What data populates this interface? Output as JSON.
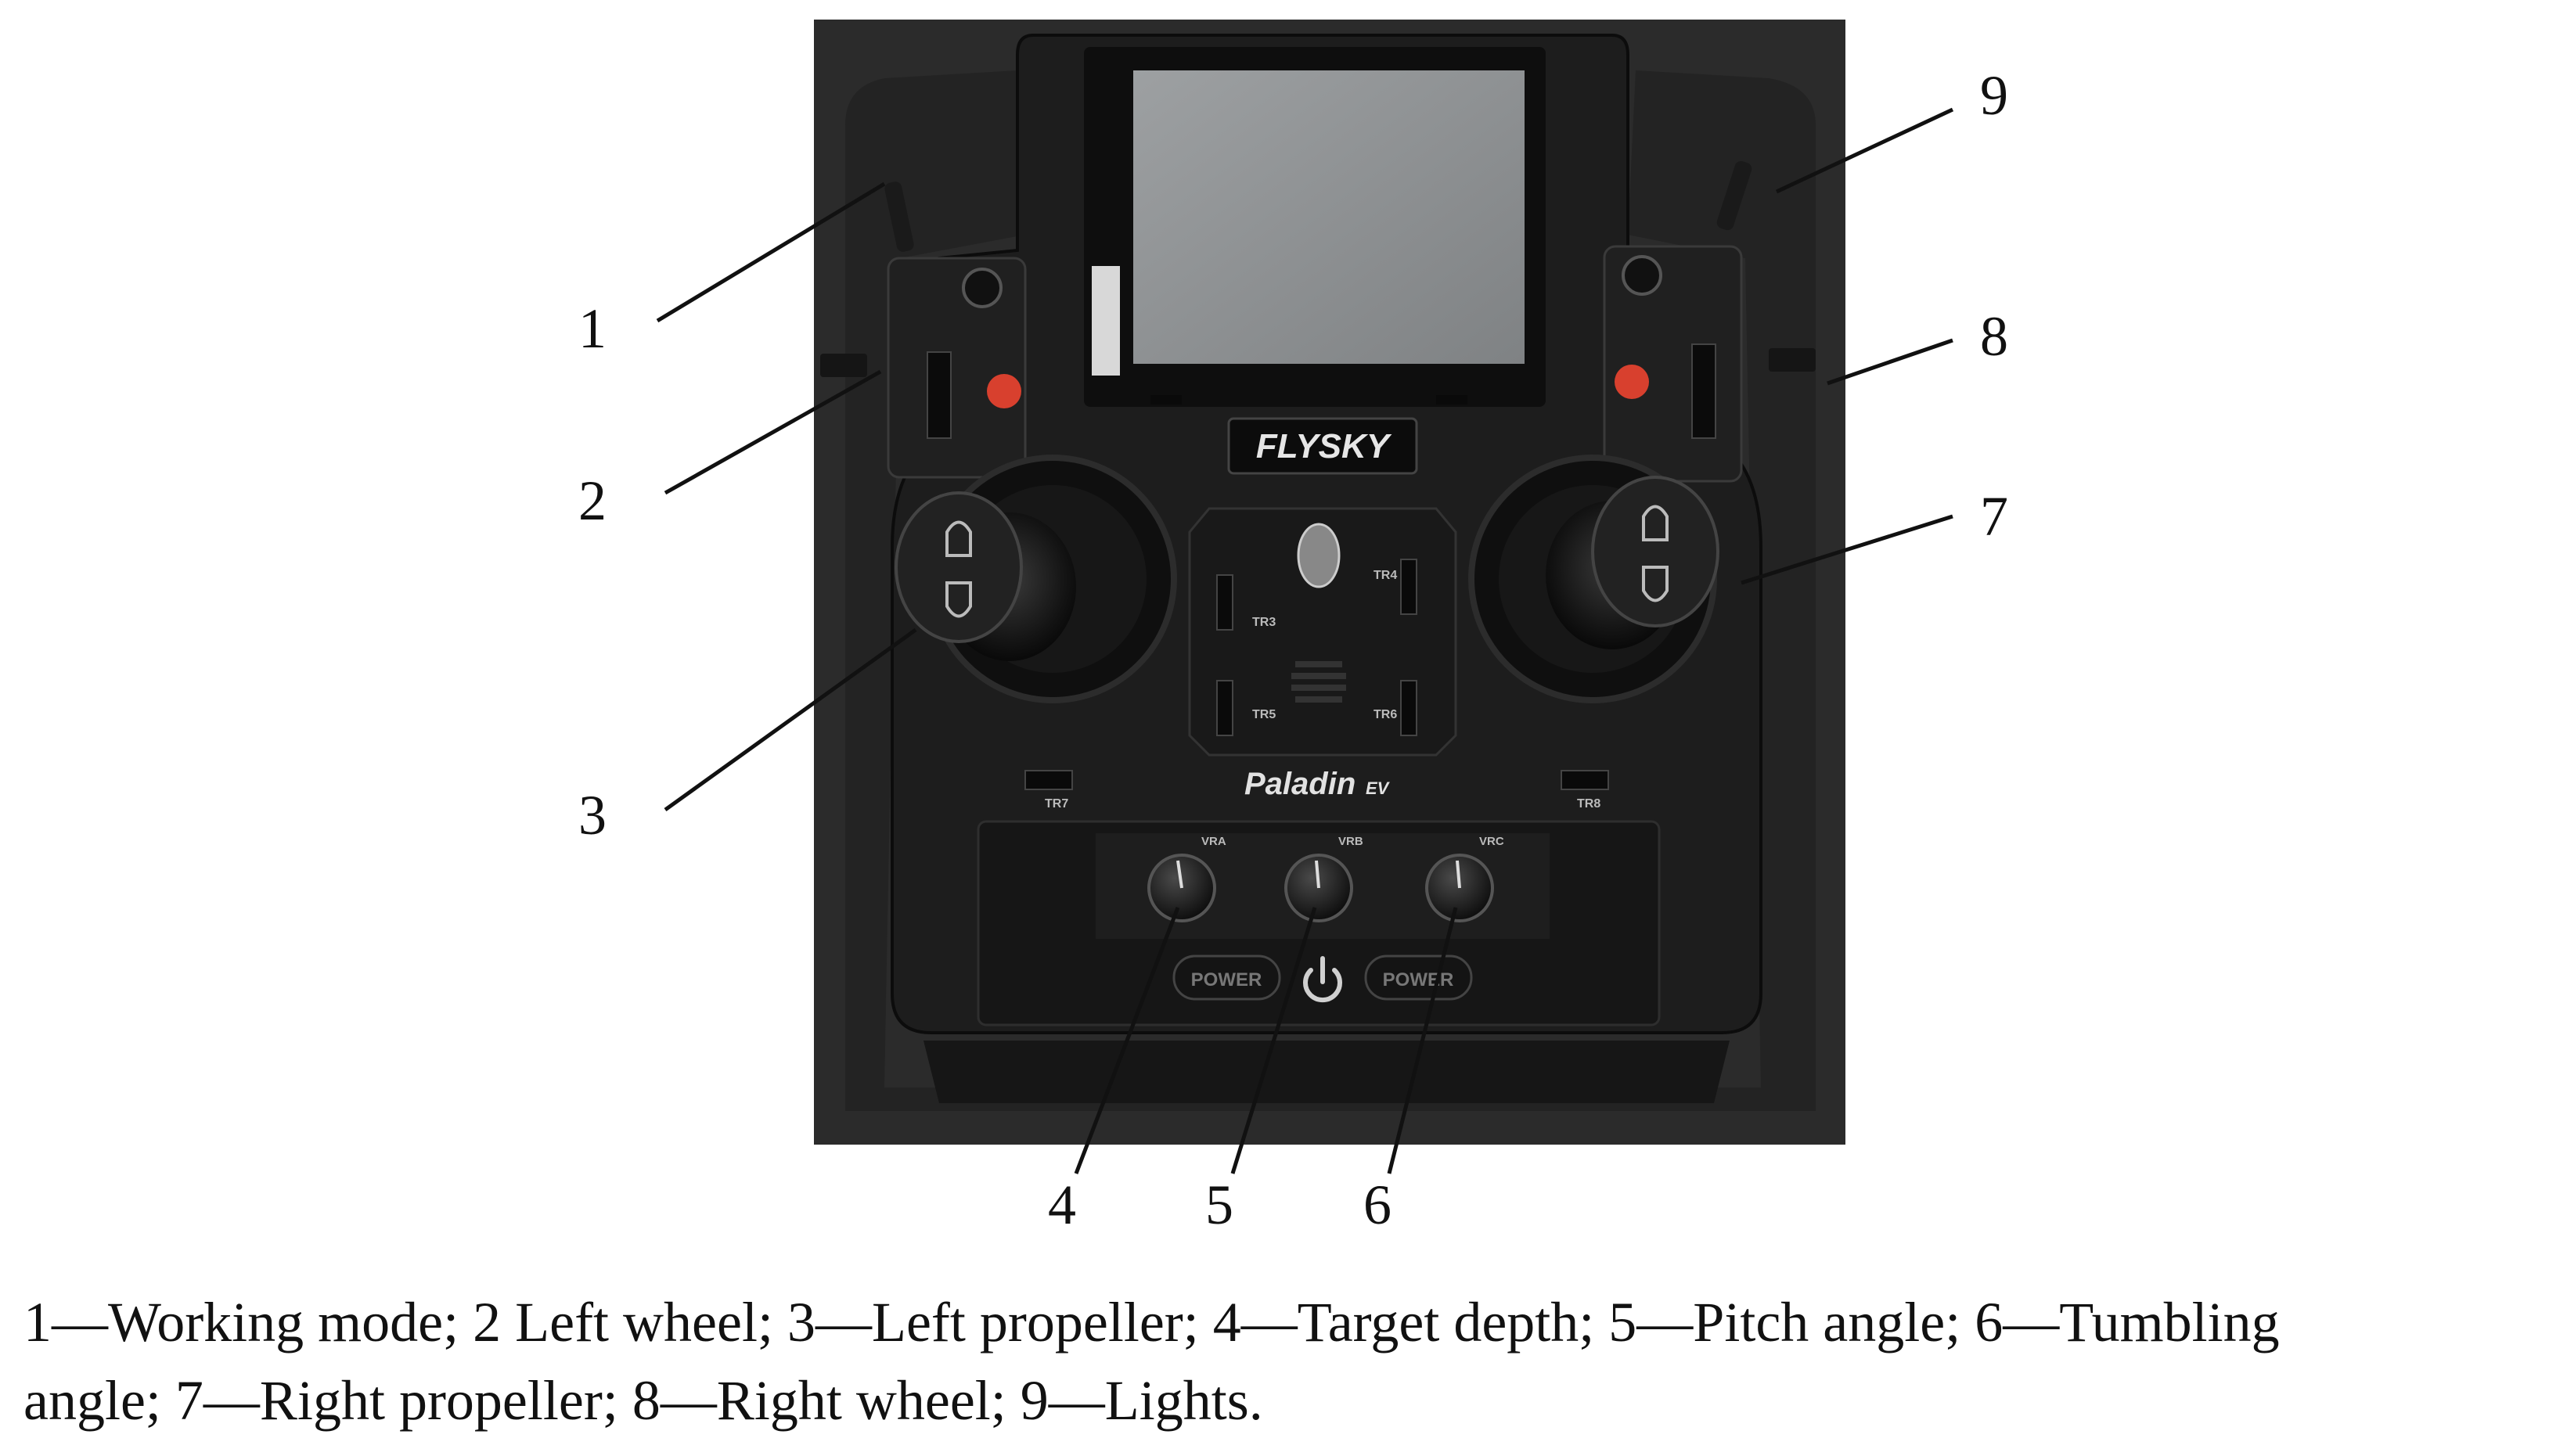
{
  "photo": {
    "description_icon": "remote-controller-photo",
    "brand_logo": "FLYSKY",
    "model_name": "Paladin",
    "model_suffix": "EV",
    "power_left": "POWER",
    "power_right": "POWER",
    "power_icon": "power-icon",
    "switch_labels": [
      "TR3",
      "TR4",
      "TR5",
      "TR6",
      "TR7",
      "TR8"
    ],
    "knob_labels": [
      "VRA",
      "VRB",
      "VRC"
    ]
  },
  "callouts": [
    {
      "number": "1"
    },
    {
      "number": "2"
    },
    {
      "number": "3"
    },
    {
      "number": "4"
    },
    {
      "number": "5"
    },
    {
      "number": "6"
    },
    {
      "number": "7"
    },
    {
      "number": "8"
    },
    {
      "number": "9"
    }
  ],
  "caption": {
    "line1": "1—Working mode; 2 Left wheel; 3—Left propeller; 4—Target depth; 5—Pitch angle; 6—Tumbling",
    "line2": "angle; 7—Right propeller; 8—Right wheel; 9—Lights."
  },
  "colors": {
    "background": "#ffffff",
    "photo_bg": "#2a2a2a",
    "controller_body": "#1c1c1c",
    "screen": "#8f9294",
    "red_button": "#d8402e",
    "leader_line": "#111111"
  }
}
